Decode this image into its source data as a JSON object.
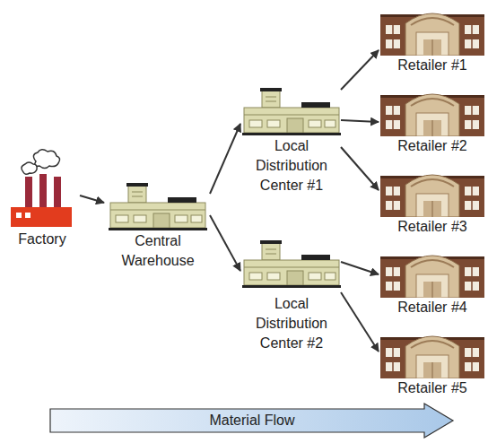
{
  "diagram": {
    "nodes": [
      {
        "text": [
          "Factory"
        ]
      },
      {
        "text": [
          "Central Warehouse"
        ]
      },
      {
        "text": [
          "Local Distribution Center #1"
        ]
      },
      {
        "text": [
          "Local Distribution Center #2"
        ]
      },
      {
        "text": [
          "Retailer #1"
        ]
      },
      {
        "text": [
          "Retailer #2"
        ]
      },
      {
        "text": [
          "Retailer #3"
        ]
      },
      {
        "text": [
          "Retailer #4"
        ]
      },
      {
        "text": [
          "Retailer #5"
        ]
      },
      {
        "text": [
          "Material Flow"
        ]
      }
    ],
    "edges": [
      {
        "from": 0,
        "to": 1,
        "arrow": "to"
      },
      {
        "from": 1,
        "to": 2,
        "arrow": "to"
      },
      {
        "from": 1,
        "to": 3,
        "arrow": "to"
      },
      {
        "from": 2,
        "to": 4,
        "arrow": "to"
      },
      {
        "from": 2,
        "to": 5,
        "arrow": "to"
      },
      {
        "from": 2,
        "to": 6,
        "arrow": "to"
      },
      {
        "from": 3,
        "to": 7,
        "arrow": "to"
      },
      {
        "from": 3,
        "to": 8,
        "arrow": "to"
      }
    ]
  }
}
